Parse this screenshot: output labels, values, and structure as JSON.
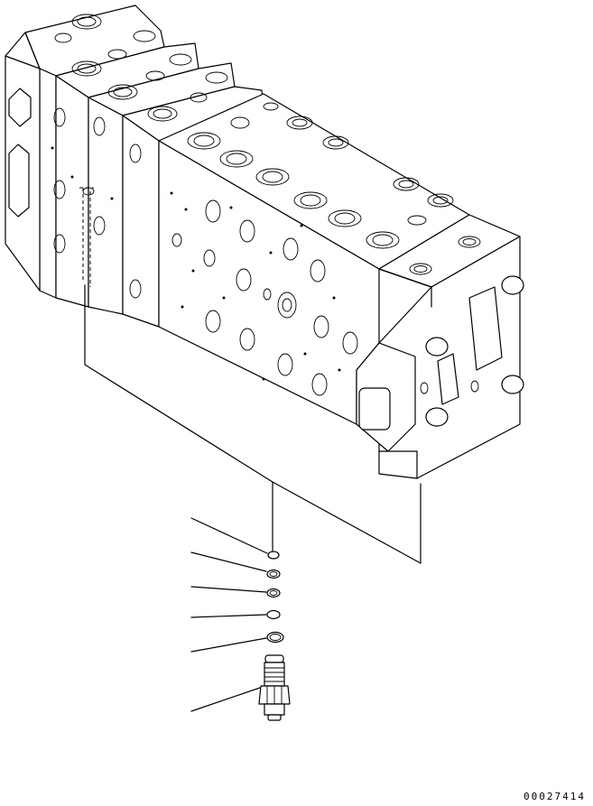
{
  "drawing_number": "00027414",
  "parts": [
    {
      "part": "plug"
    },
    {
      "part": "backup-ring"
    },
    {
      "part": "backup-ring"
    },
    {
      "part": "o-ring-small"
    },
    {
      "part": "o-ring"
    },
    {
      "part": "relief-valve"
    }
  ]
}
